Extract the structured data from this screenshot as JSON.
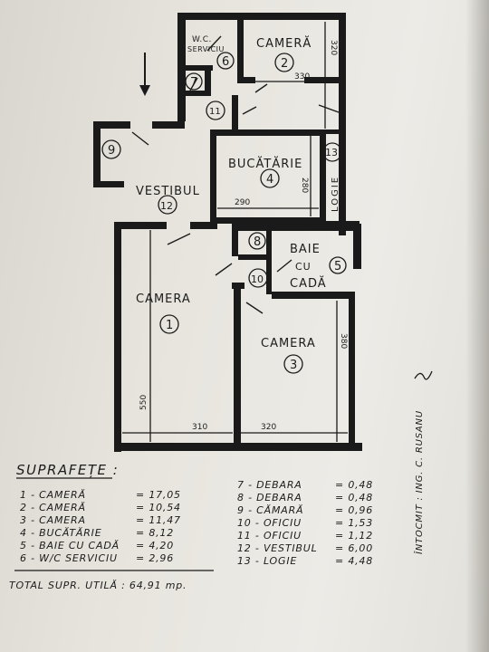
{
  "rooms": {
    "camera2": "CAMERĂ",
    "wc_line1": "W.C.",
    "wc_line2": "SERVICIU",
    "bucatarie": "BUCĂTĂRIE",
    "vestibul": "VESTIBUL",
    "logie": "LOGIE",
    "baie_line1": "BAIE",
    "baie_line2": "CU",
    "baie_line3": "CADĂ",
    "camera1": "CAMERA",
    "camera3": "CAMERA"
  },
  "room_numbers": [
    "1",
    "2",
    "3",
    "4",
    "5",
    "6",
    "7",
    "8",
    "9",
    "10",
    "11",
    "12",
    "13"
  ],
  "dimensions": {
    "camera2_width": "330",
    "camera2_height": "320",
    "bucatarie_width": "290",
    "bucatarie_height": "280",
    "camera1_width": "310",
    "camera1_height": "550",
    "camera3_width": "320",
    "camera3_height": "380"
  },
  "table": {
    "heading": "SUPRAFEȚE :",
    "left": [
      {
        "label": "1 - CAMERĂ",
        "value": "= 17,05"
      },
      {
        "label": "2 - CAMERĂ",
        "value": "= 10,54"
      },
      {
        "label": "3 - CAMERA",
        "value": "= 11,47"
      },
      {
        "label": "4 - BUCĂTĂRIE",
        "value": "= 8,12"
      },
      {
        "label": "5 - BAIE CU CADĂ",
        "value": "= 4,20"
      },
      {
        "label": "6 - W/C SERVICIU",
        "value": "= 2,96"
      }
    ],
    "right": [
      {
        "label": "7 - DEBARA",
        "value": "= 0,48"
      },
      {
        "label": "8 - DEBARA",
        "value": "= 0,48"
      },
      {
        "label": "9 - CĂMARĂ",
        "value": "= 0,96"
      },
      {
        "label": "10 - OFICIU",
        "value": "= 1,53"
      },
      {
        "label": "11 - OFICIU",
        "value": "= 1,12"
      },
      {
        "label": "12 - VESTIBUL",
        "value": "= 6,00"
      },
      {
        "label": "13 - LOGIE",
        "value": "= 4,48"
      }
    ],
    "total": "TOTAL SUPR. UTILĂ : 64,91 mp."
  },
  "author": "ÎNTOCMIT : ING. C. RUSANU",
  "colors": {
    "ink": "#1a1a1a",
    "paper": "#e8e6e0"
  }
}
